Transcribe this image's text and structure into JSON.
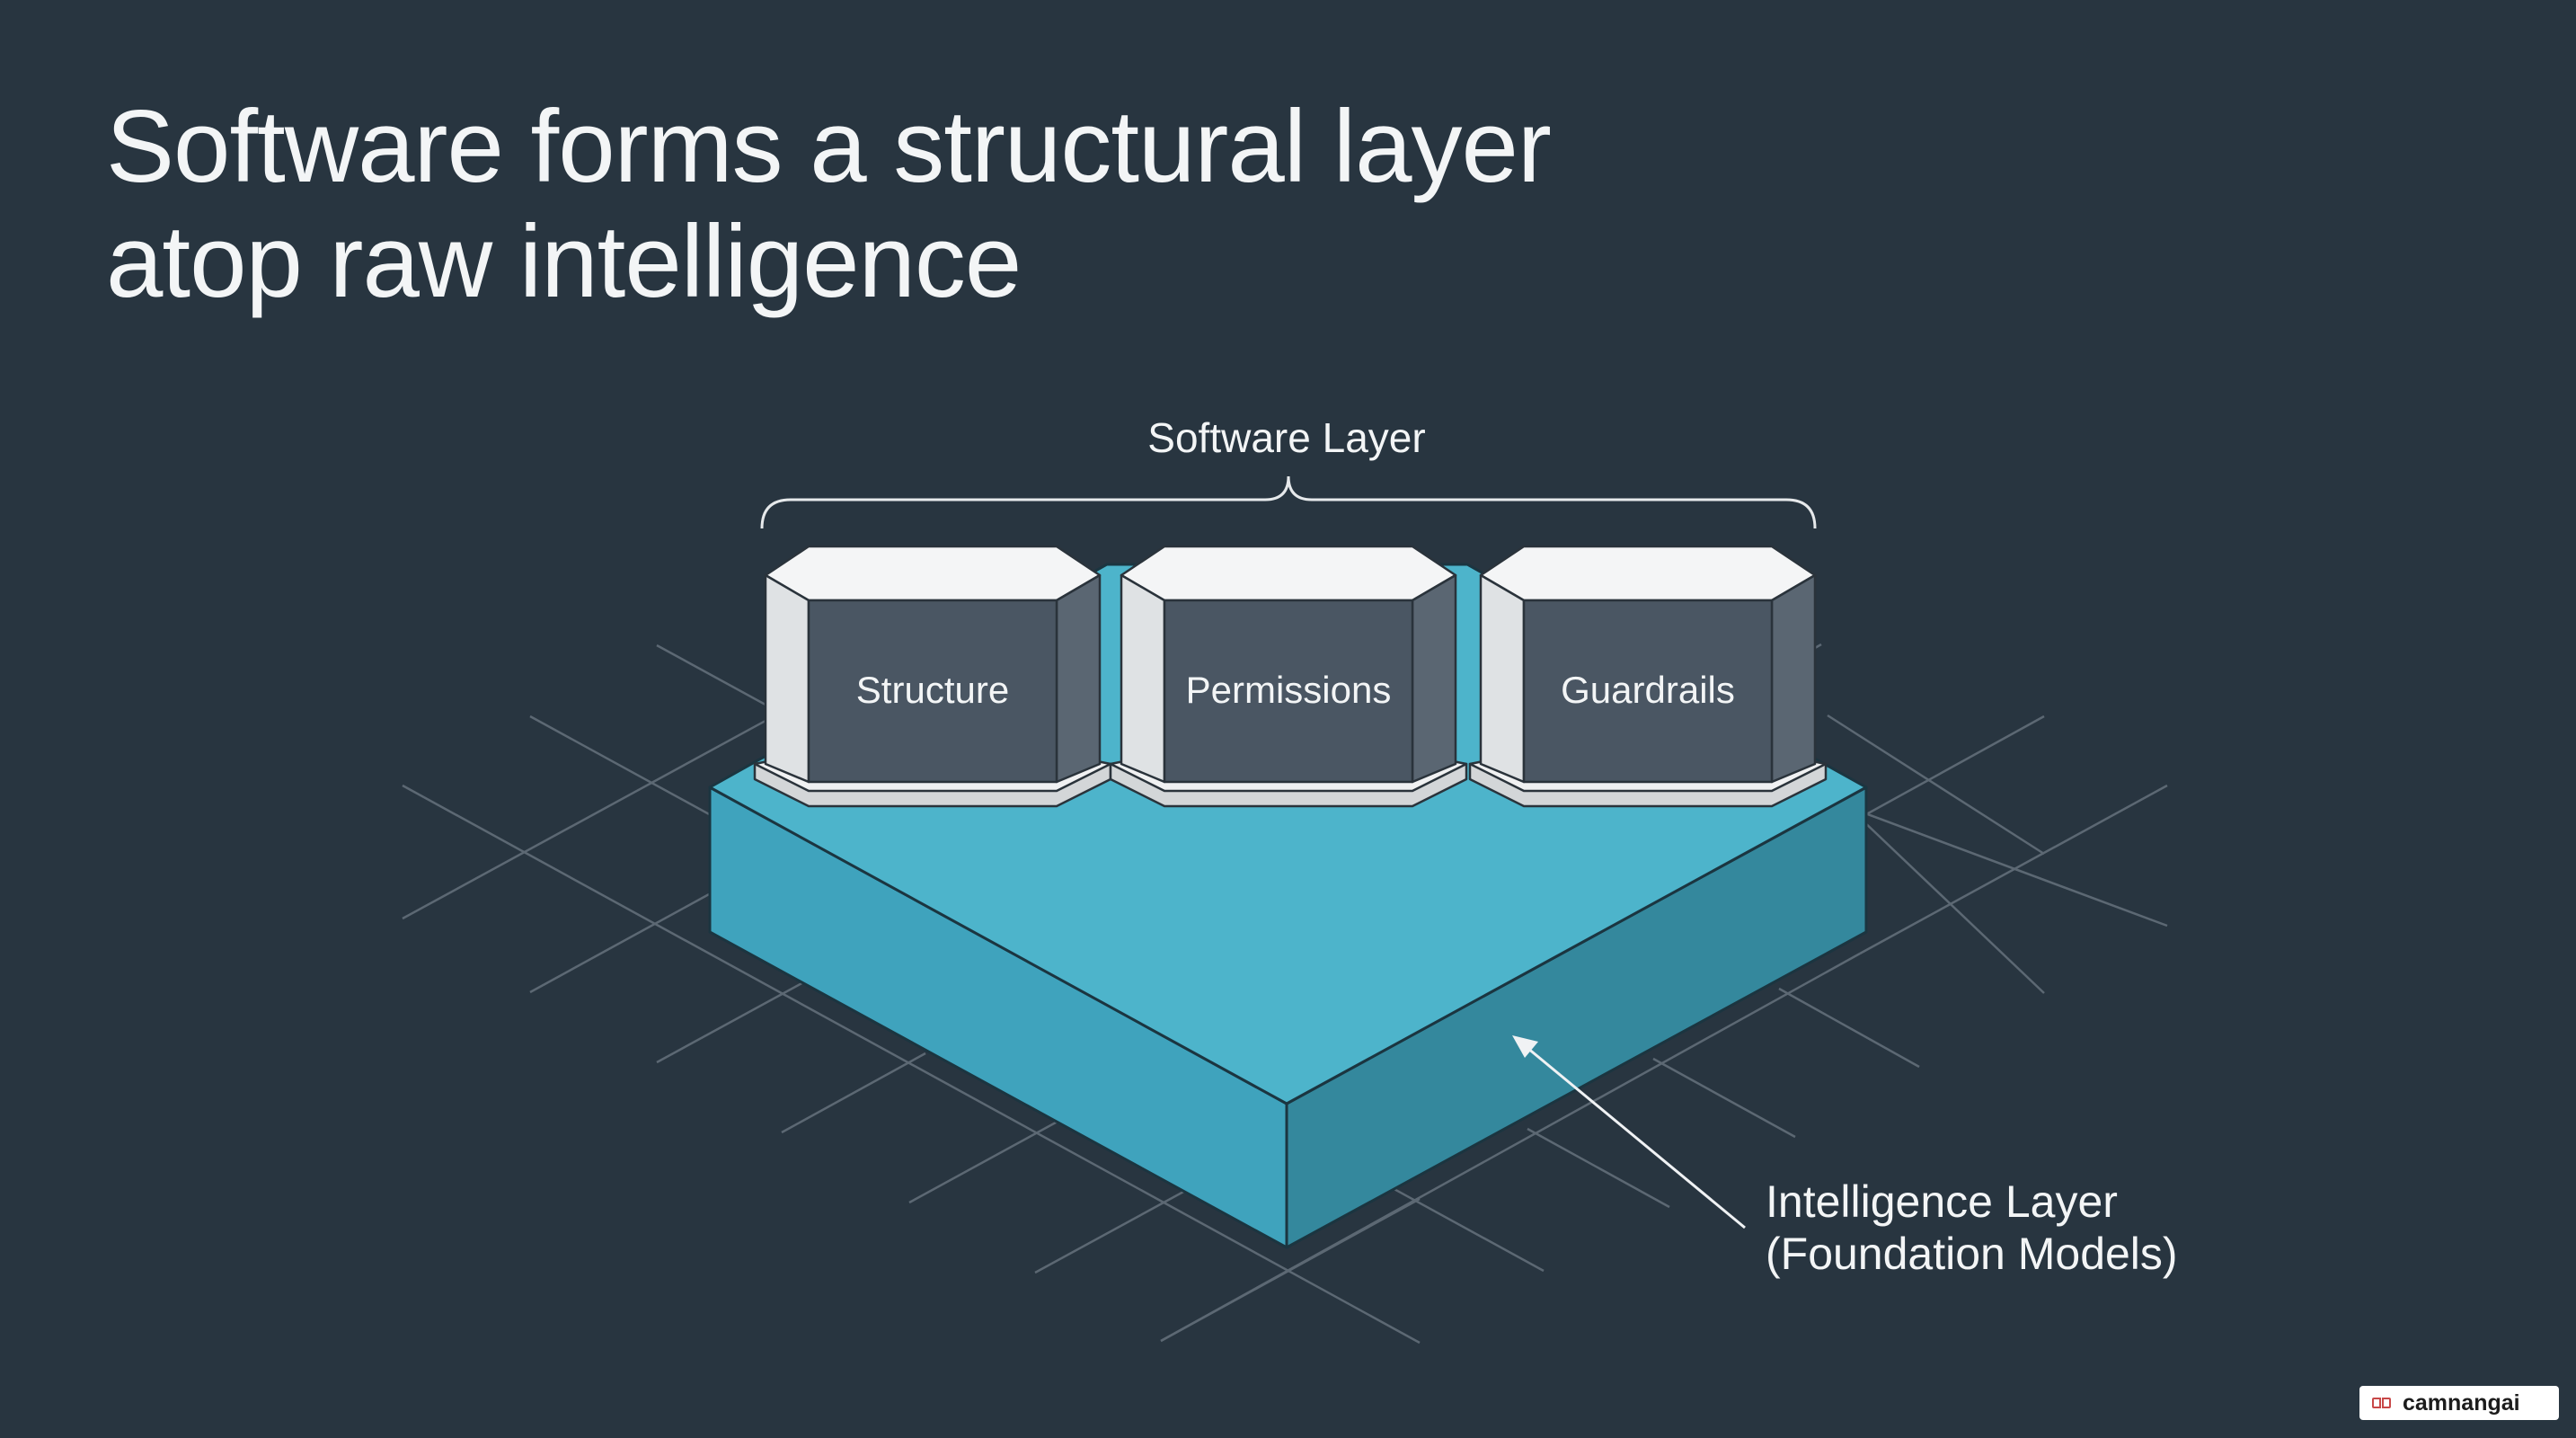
{
  "slide": {
    "title_line1": "Software forms a structural layer",
    "title_line2": "atop raw intelligence"
  },
  "diagram": {
    "software_layer_label": "Software Layer",
    "blocks": [
      {
        "label": "Structure"
      },
      {
        "label": "Permissions"
      },
      {
        "label": "Guardrails"
      }
    ],
    "intelligence_label_line1": "Intelligence Layer",
    "intelligence_label_line2": "(Foundation Models)"
  },
  "colors": {
    "background": "#283540",
    "slab_top": "#4db4cb",
    "slab_left": "#3fa3bd",
    "slab_right": "#34889d",
    "block_face": "#4a5663",
    "block_light": "#ececec",
    "text": "#f3f5f6"
  },
  "watermark": {
    "text": "camnangai",
    "icon": "book-icon"
  }
}
